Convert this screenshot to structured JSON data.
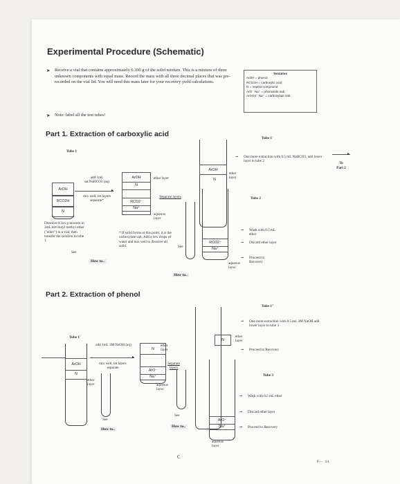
{
  "title": "Experimental Procedure (Schematic)",
  "bullets": [
    "Receive a vial that contains approximately 0.300 g of the solid mixture. This is a mixture of three unknown components with equal mass. Record the mass with all three decimal places that was pre-recorded on the vial lid. You will need this mass later for your recovery yield calculations.",
    "Note: label all the test tubes!"
  ],
  "key": {
    "title": "Tentative",
    "lines": [
      "ArOH = phenol",
      "RCO2H = carboxylic acid",
      "N = neutral compound",
      "ArO⁻ Na⁺ = phenoxide salt",
      "ArCO2⁻ Na⁺ = carboxylate salt"
    ]
  },
  "part1": {
    "heading": "Part 1. Extraction of carboxylic acid",
    "tube1": "Tube 1",
    "tube1prime": "Tube 1'",
    "tube2": "Tube 2",
    "arrow_to": "To",
    "arrow_part": "Part 2",
    "cells_left": [
      "ArOH",
      "RCO2H",
      "N"
    ],
    "add_text": "add 1mL sat.NaHCO3 (aq)",
    "mix_text": "mix well, let layers separate*",
    "top_cells": [
      "ArOH",
      "N"
    ],
    "ether_layer": "ether layer",
    "bottom_cells": [
      "RCO2⁻",
      "Na⁺"
    ],
    "aqueous_layer": "aqueous layer",
    "separate_layers": "Separate layers",
    "dissolve_text": "Dissolve 0.3xx g mixture in 2mL tert-butyl methyl ether (\"ether\") in a vial; then transfer the solution to tube 1",
    "note_text": "* If solid forms at this point, it is the carboxylate salt. Add a few drops of water and mix well to dissolve all solid.",
    "see1": "See",
    "how1": "How to..",
    "see2": "See",
    "how2": "How to..",
    "t1p_cells": [
      "ArOH",
      "N"
    ],
    "t1p_ether": "ether layer",
    "one_more": "One more extraction with 0.5 mL NaHCO3, add lower layer to tube 2",
    "t2_cells": [
      "RCO2⁻",
      "Na⁺"
    ],
    "t2_aqueous": "aqueous layer",
    "wash": "Wash with 0.5 mL ether",
    "discard": "Discard ether layer",
    "proceed": "Proceed to Recovery"
  },
  "part2": {
    "heading": "Part 2. Extraction of phenol",
    "tube1prime": "Tube 1'",
    "tube1dbl": "Tube 1\"",
    "tube3": "Tube 3",
    "cells_left": [
      "ArOH",
      "N"
    ],
    "ether_layer": "ether layer",
    "add_text": "add 1mL 3M NaOH (aq)",
    "mix_text": "mix well, let layers separate",
    "top_cell": "N",
    "top_ether": "ether layer",
    "bottom_cells": [
      "ArO⁻",
      "Na⁺"
    ],
    "aqueous_layer": "aqueous layer",
    "separate_layers": "Separate layers",
    "see1": "See",
    "how1": "How to..",
    "see2": "See",
    "how2": "How to..",
    "one_more": "One more extraction with 0.5 mL 3M NaOH add lower layer to tube 3",
    "t1dbl_cell": "N",
    "t1dbl_ether": "ether layer",
    "proceed1": "Proceed to Recovery",
    "wash": "Wash with 0.5 mL ether",
    "discard": "Discard ether layer",
    "t3_cells": [
      "ArO⁻",
      "Na⁺"
    ],
    "t3_aqueous": "aqueous layer",
    "proceed2": "Proceed to Recovery"
  },
  "page_mark": "C",
  "page_label": "P-- 44"
}
